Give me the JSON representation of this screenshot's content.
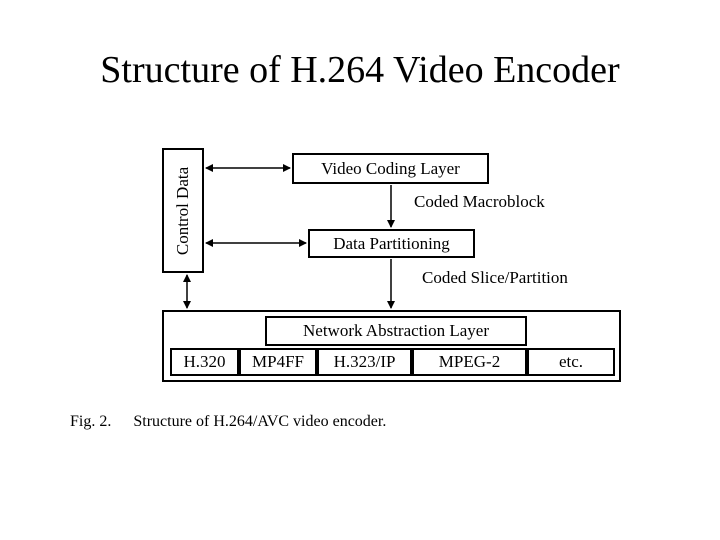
{
  "slide": {
    "title": "Structure of H.264 Video Encoder"
  },
  "diagram": {
    "control_data_label": "Control Data",
    "video_coding_layer_label": "Video Coding Layer",
    "coded_macroblock_label": "Coded Macroblock",
    "data_partitioning_label": "Data Partitioning",
    "coded_slice_partition_label": "Coded Slice/Partition",
    "network_abstraction_layer_label": "Network Abstraction Layer",
    "transport_protocols": [
      "H.320",
      "MP4FF",
      "H.323/IP",
      "MPEG-2",
      "etc."
    ]
  },
  "caption": {
    "figure_number": "Fig. 2.",
    "text": "Structure of H.264/AVC video encoder."
  }
}
